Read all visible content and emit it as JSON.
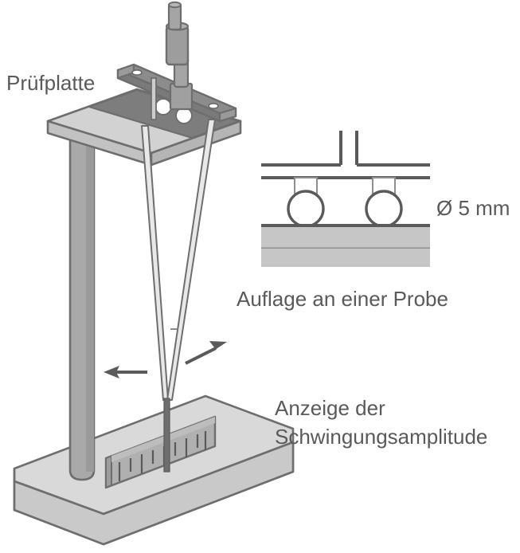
{
  "figure": {
    "title_visible": false,
    "language": "de",
    "description": "Technische Zeichnung eines Schwingungspruefstands mit Pruefplatte, bifilarer Pendelaufhaengung, Skala und Detailausschnitt der Kugelauflage"
  },
  "labels": {
    "test_plate": "Prüfplatte",
    "diameter": "Ø 5 mm",
    "support_caption": "Auflage an einer Probe",
    "amplitude_line1": "Anzeige der",
    "amplitude_line2": "Schwingungsamplitude"
  },
  "inset": {
    "name": "Auflage an einer Probe",
    "ball_count": 2,
    "ball_diameter_label": "Ø 5 mm",
    "specimen_layers": 2,
    "gap_between_uprights": true
  },
  "apparatus": {
    "base_plate": "Grundplatte",
    "column": "Saeule",
    "crossbar": "Querbalken",
    "rod": "Stange",
    "collar": "Gewichtshuelse",
    "plate": "Pruefplatte",
    "wires": 2,
    "pointer": "Zeiger",
    "scale_ticks": 11,
    "arrows": [
      "links",
      "rechts-oben"
    ]
  },
  "colors": {
    "outline": "#5a5a5a",
    "text": "#5a5a5a",
    "base_light": "#d9d9d9",
    "base_mid": "#c9c9c9",
    "base_shadow": "#bdbdbd",
    "column": "#a9a9a9",
    "column_dark": "#9a9a9a",
    "plate_dark": "#7d7d7d",
    "plate_light": "#d2d2d2",
    "beam": "#8c8c8c",
    "beam_dark": "#767676",
    "rod": "#a0a0a0",
    "scale_face": "#b0b0b0",
    "specimen": "#c6c6c6",
    "white": "#ffffff"
  }
}
